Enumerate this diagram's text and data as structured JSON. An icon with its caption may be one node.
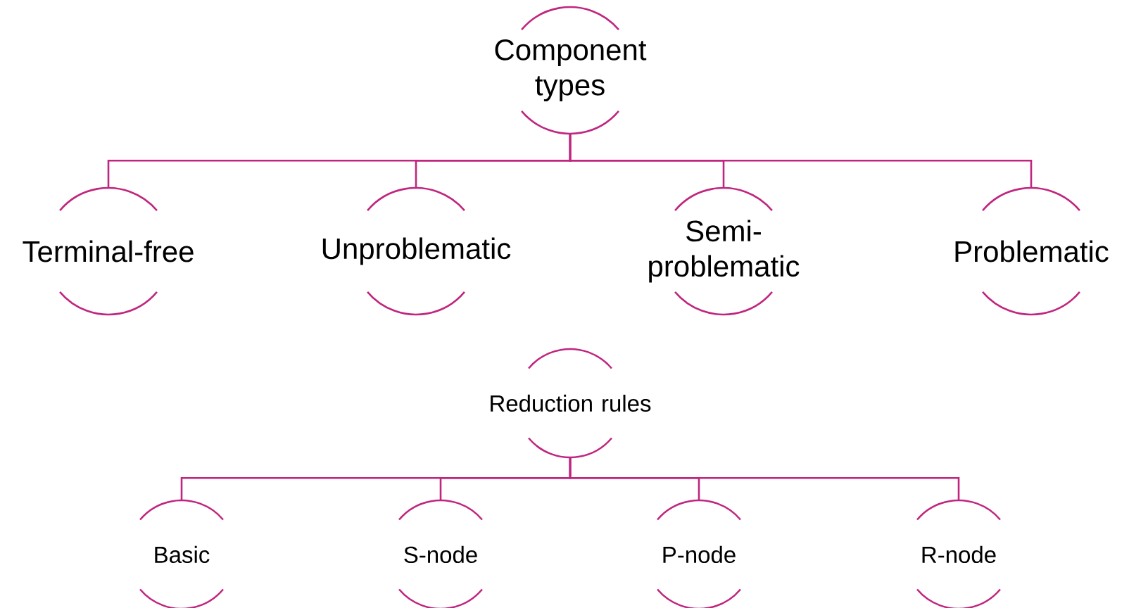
{
  "diagram": {
    "nodes": [
      {
        "text": [
          "Component types"
        ]
      },
      {
        "text": [
          "Terminal-free"
        ]
      },
      {
        "text": [
          "Unproblematic"
        ]
      },
      {
        "text": [
          "Semi-problematic"
        ]
      },
      {
        "text": [
          "Problematic"
        ]
      },
      {
        "text": [
          "Reduction rules"
        ]
      },
      {
        "text": [
          "Basic"
        ]
      },
      {
        "text": [
          "S-node"
        ]
      },
      {
        "text": [
          "P-node"
        ]
      },
      {
        "text": [
          "R-node"
        ]
      }
    ],
    "edges": [
      {
        "from": 0,
        "to": 1,
        "arrow": "none"
      },
      {
        "from": 0,
        "to": 2,
        "arrow": "none"
      },
      {
        "from": 0,
        "to": 3,
        "arrow": "none"
      },
      {
        "from": 0,
        "to": 4,
        "arrow": "none"
      },
      {
        "from": 5,
        "to": 6,
        "arrow": "none"
      },
      {
        "from": 5,
        "to": 7,
        "arrow": "none"
      },
      {
        "from": 5,
        "to": 8,
        "arrow": "none"
      },
      {
        "from": 5,
        "to": 9,
        "arrow": "none"
      }
    ]
  }
}
